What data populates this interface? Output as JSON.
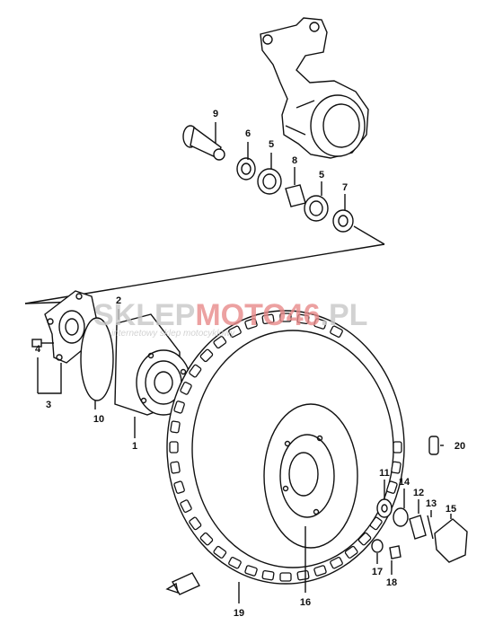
{
  "watermark": {
    "brand_a": "SKLEP",
    "brand_b": "MOTO",
    "brand_c": "46",
    "brand_d": ".PL",
    "tagline": "internetowy sklep motocyklowy",
    "color_grey": "#c8c8c8",
    "color_red": "#e88a8a"
  },
  "parts": [
    {
      "id": "p9",
      "label": "9"
    },
    {
      "id": "p6",
      "label": "6"
    },
    {
      "id": "p5a",
      "label": "5"
    },
    {
      "id": "p8",
      "label": "8"
    },
    {
      "id": "p5b",
      "label": "5"
    },
    {
      "id": "p7",
      "label": "7"
    },
    {
      "id": "p2",
      "label": "2"
    },
    {
      "id": "p4",
      "label": "4"
    },
    {
      "id": "p3",
      "label": "3"
    },
    {
      "id": "p10",
      "label": "10"
    },
    {
      "id": "p1",
      "label": "1"
    },
    {
      "id": "p20",
      "label": "20"
    },
    {
      "id": "p11",
      "label": "11"
    },
    {
      "id": "p14",
      "label": "14"
    },
    {
      "id": "p12",
      "label": "12"
    },
    {
      "id": "p13",
      "label": "13"
    },
    {
      "id": "p15",
      "label": "15"
    },
    {
      "id": "p17",
      "label": "17"
    },
    {
      "id": "p18",
      "label": "18"
    },
    {
      "id": "p16",
      "label": "16"
    },
    {
      "id": "p19",
      "label": "19"
    }
  ],
  "front_badge_icon": "front-arrow-icon"
}
